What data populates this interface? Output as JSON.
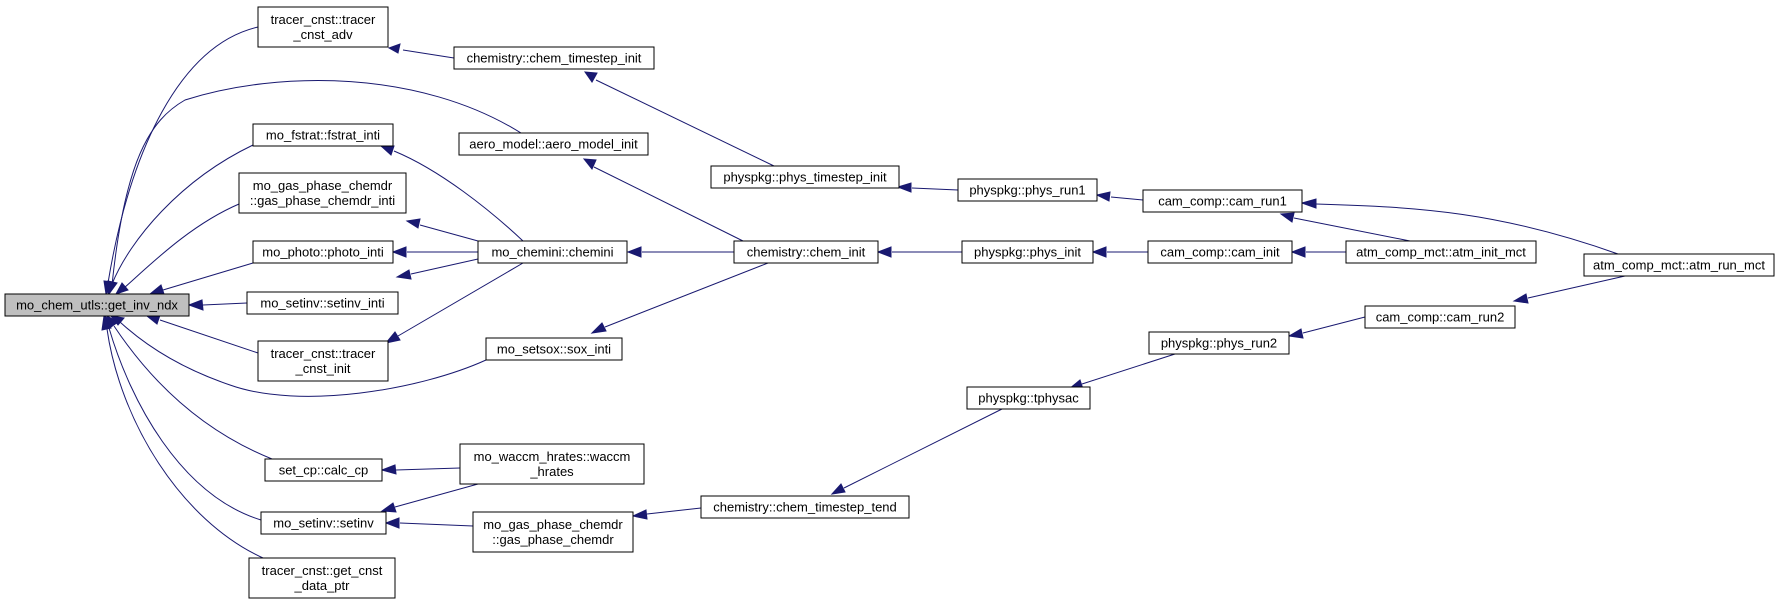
{
  "graph": {
    "edge_color": "#191970",
    "root_fill": "#bfbfbf",
    "nodes": [
      {
        "id": "root",
        "lines": [
          "mo_chem_utls::get_inv_ndx"
        ]
      },
      {
        "id": "tracer_adv",
        "lines": [
          "tracer_cnst::tracer",
          "_cnst_adv"
        ]
      },
      {
        "id": "chem_ts_init",
        "lines": [
          "chemistry::chem_timestep_init"
        ]
      },
      {
        "id": "fstrat",
        "lines": [
          "mo_fstrat::fstrat_inti"
        ]
      },
      {
        "id": "aero",
        "lines": [
          "aero_model::aero_model_init"
        ]
      },
      {
        "id": "gpc_inti",
        "lines": [
          "mo_gas_phase_chemdr",
          "::gas_phase_chemdr_inti"
        ]
      },
      {
        "id": "phys_ts_init",
        "lines": [
          "physpkg::phys_timestep_init"
        ]
      },
      {
        "id": "phys_run1",
        "lines": [
          "physpkg::phys_run1"
        ]
      },
      {
        "id": "cam_run1",
        "lines": [
          "cam_comp::cam_run1"
        ]
      },
      {
        "id": "photo",
        "lines": [
          "mo_photo::photo_inti"
        ]
      },
      {
        "id": "chemini",
        "lines": [
          "mo_chemini::chemini"
        ]
      },
      {
        "id": "chem_init",
        "lines": [
          "chemistry::chem_init"
        ]
      },
      {
        "id": "phys_init",
        "lines": [
          "physpkg::phys_init"
        ]
      },
      {
        "id": "cam_init",
        "lines": [
          "cam_comp::cam_init"
        ]
      },
      {
        "id": "atm_init",
        "lines": [
          "atm_comp_mct::atm_init_mct"
        ]
      },
      {
        "id": "atm_run",
        "lines": [
          "atm_comp_mct::atm_run_mct"
        ]
      },
      {
        "id": "setinv_inti",
        "lines": [
          "mo_setinv::setinv_inti"
        ]
      },
      {
        "id": "cam_run2",
        "lines": [
          "cam_comp::cam_run2"
        ]
      },
      {
        "id": "tracer_init",
        "lines": [
          "tracer_cnst::tracer",
          "_cnst_init"
        ]
      },
      {
        "id": "sox",
        "lines": [
          "mo_setsox::sox_inti"
        ]
      },
      {
        "id": "phys_run2",
        "lines": [
          "physpkg::phys_run2"
        ]
      },
      {
        "id": "tphysac",
        "lines": [
          "physpkg::tphysac"
        ]
      },
      {
        "id": "calc_cp",
        "lines": [
          "set_cp::calc_cp"
        ]
      },
      {
        "id": "waccm",
        "lines": [
          "mo_waccm_hrates::waccm",
          "_hrates"
        ]
      },
      {
        "id": "setinv",
        "lines": [
          "mo_setinv::setinv"
        ]
      },
      {
        "id": "gpc",
        "lines": [
          "mo_gas_phase_chemdr",
          "::gas_phase_chemdr"
        ]
      },
      {
        "id": "chem_ts_tend",
        "lines": [
          "chemistry::chem_timestep_tend"
        ]
      },
      {
        "id": "get_cnst",
        "lines": [
          "tracer_cnst::get_cnst",
          "_data_ptr"
        ]
      }
    ]
  }
}
